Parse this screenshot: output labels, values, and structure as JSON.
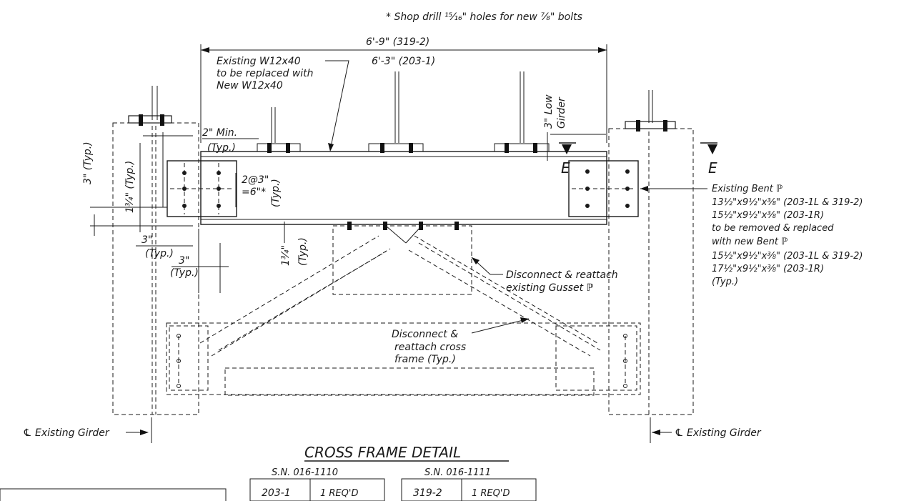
{
  "notes": {
    "shop_drill": "* Shop drill ¹⁵⁄₁₆\" holes for new ⁷⁄₈\" bolts"
  },
  "dimensions": {
    "span_319": "6'-9\" (319-2)",
    "span_203": "6'-3\" (203-1)",
    "min_2": "2\" Min.",
    "typ": "(Typ.)",
    "d3_typ_vert": "3\" (Typ.)",
    "d1_75_typ": "1¾\" (Typ.)",
    "spacing": "2@3\"",
    "spacing2": "=6\"*",
    "spacing_typ": "(Typ.)",
    "d3_a": "3\"",
    "d3_b": "3\"",
    "d1_75_b": "1¾\"",
    "low_girder_a": "3\" Low",
    "low_girder_b": "Girder"
  },
  "callouts": {
    "existing_w": [
      "Existing W12x40",
      "to be replaced with",
      "New W12x40"
    ],
    "gusset": [
      "Disconnect & reattach",
      "existing Gusset ℙ"
    ],
    "cross_frame": [
      "Disconnect &",
      "reattach cross",
      "frame (Typ.)"
    ],
    "bent_plate": [
      "Existing Bent ℙ",
      "13½\"x9½\"x⅜\" (203-1L & 319-2)",
      "15½\"x9½\"x⅜\" (203-1R)",
      "to be removed & replaced",
      "with new Bent ℙ",
      "15½\"x9½\"x⅜\" (203-1L & 319-2)",
      "17½\"x9½\"x⅜\" (203-1R)",
      "(Typ.)"
    ],
    "girder_left": "℄ Existing Girder",
    "girder_right": "℄ Existing Girder",
    "section_mark": "E"
  },
  "title": "CROSS FRAME DETAIL",
  "tables": [
    {
      "sn": "S.N. 016-1110",
      "id": "203-1",
      "req": "1 REQ'D"
    },
    {
      "sn": "S.N. 016-1111",
      "id": "319-2",
      "req": "1 REQ'D"
    }
  ]
}
